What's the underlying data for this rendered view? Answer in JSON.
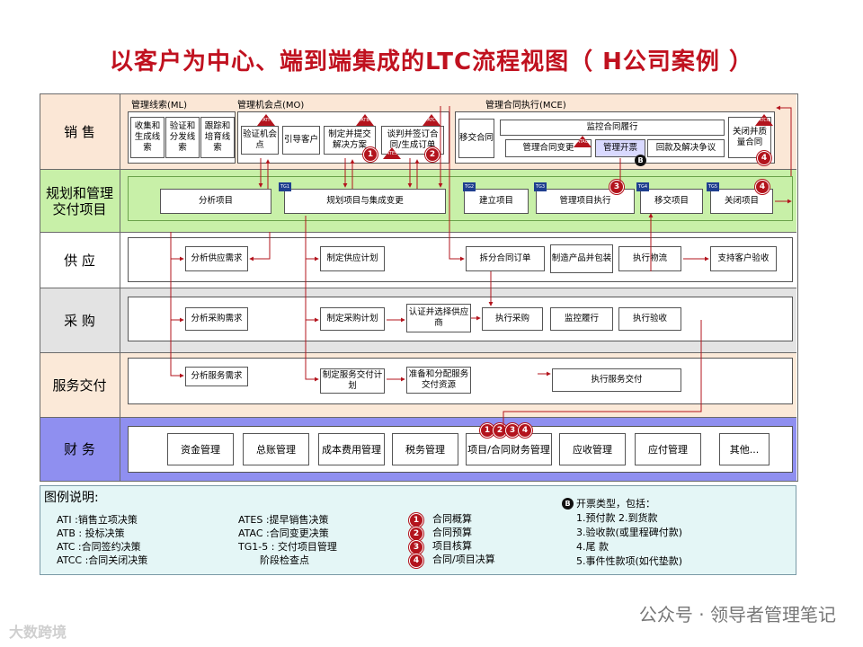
{
  "title": "以客户为中心、端到端集成的LTC流程视图（ H公司案例 ）",
  "lanes": {
    "sales": "销 售",
    "plan": "规划和管理\n交付项目",
    "supply": "供 应",
    "procure": "采 购",
    "service": "服务交付",
    "finance": "财 务"
  },
  "sales": {
    "ml_label": "管理线索(ML)",
    "mo_label": "管理机会点(MO)",
    "mce_label": "管理合同执行(MCE)",
    "ml1": "收集和生成线索",
    "ml2": "验证和分发线索",
    "ml3": "跟踪和培育线索",
    "mo1": "验证机会点",
    "mo2": "引导客户",
    "mo3": "制定并提交解决方案",
    "mo4": "谈判并签订合同/生成订单",
    "mce1": "移交合同",
    "mce2": "监控合同履行",
    "mce3": "管理合同变更",
    "mce4": "管理开票",
    "mce5": "回款及解决争议",
    "mce6": "关闭并质量合同"
  },
  "tags": {
    "ati": "ATI",
    "atb": "ATB",
    "atc": "ATC",
    "ates": "ATES",
    "atac": "ATAC",
    "atcc": "ATCC",
    "tg1": "TG1",
    "tg2": "TG2",
    "tg3": "TG3",
    "tg4": "TG4",
    "tg5": "TG5"
  },
  "plan": {
    "p1": "分析项目",
    "p2": "规划项目与集成变更",
    "p3": "建立项目",
    "p4": "管理项目执行",
    "p5": "移交项目",
    "p6": "关闭项目"
  },
  "supply": {
    "s1": "分析供应需求",
    "s2": "制定供应计划",
    "s3": "拆分合同订单",
    "s4": "制造产品并包装",
    "s5": "执行物流",
    "s6": "支持客户验收"
  },
  "procure": {
    "c1": "分析采购需求",
    "c2": "制定采购计划",
    "c3": "认证并选择供应商",
    "c4": "执行采购",
    "c5": "监控履行",
    "c6": "执行验收"
  },
  "service": {
    "v1": "分析服务需求",
    "v2": "制定服务交付计划",
    "v3": "准备和分配服务交付资源",
    "v4": "执行服务交付"
  },
  "finance": {
    "f1": "资金管理",
    "f2": "总账管理",
    "f3": "成本费用管理",
    "f4": "税务管理",
    "f5": "项目/合同财务管理",
    "f6": "应收管理",
    "f7": "应付管理",
    "f8": "其他..."
  },
  "badges": {
    "b1": "1",
    "b2": "2",
    "b3": "3",
    "b4": "4",
    "bB": "B"
  },
  "legend": {
    "title": "图例说明:",
    "ati": "ATI   :销售立项决策",
    "atb": "ATB  : 投标决策",
    "atc": "ATC  :合同签约决策",
    "atcc": "ATCC :合同关闭决策",
    "ates": "ATES  :提早销售决策",
    "atac": "ATAC  :合同变更决策",
    "tg": "TG1-5 : 交付项目管理",
    "tg2": "阶段检查点",
    "n1": "合同概算",
    "n2": "合同预算",
    "n3": "项目核算",
    "n4": "合同/项目决算",
    "bh": "开票类型，包括：",
    "bl1": "1.预付款  2.到货款",
    "bl2": "3.验收款(或里程碑付款)",
    "bl3": "4.尾  款",
    "bl4": "5.事件性款项(如代垫款)"
  },
  "footer": "公众号 · 领导者管理笔记",
  "watermark": "大数跨境",
  "colors": {
    "title": "#c0111f",
    "sales": "#fbe7d6",
    "plan": "#c8f0a8",
    "supply": "#ffffff",
    "procure": "#e3e3e3",
    "service": "#fbe9d8",
    "finance": "#8f8ff0",
    "legend": "#e4f6f6"
  }
}
